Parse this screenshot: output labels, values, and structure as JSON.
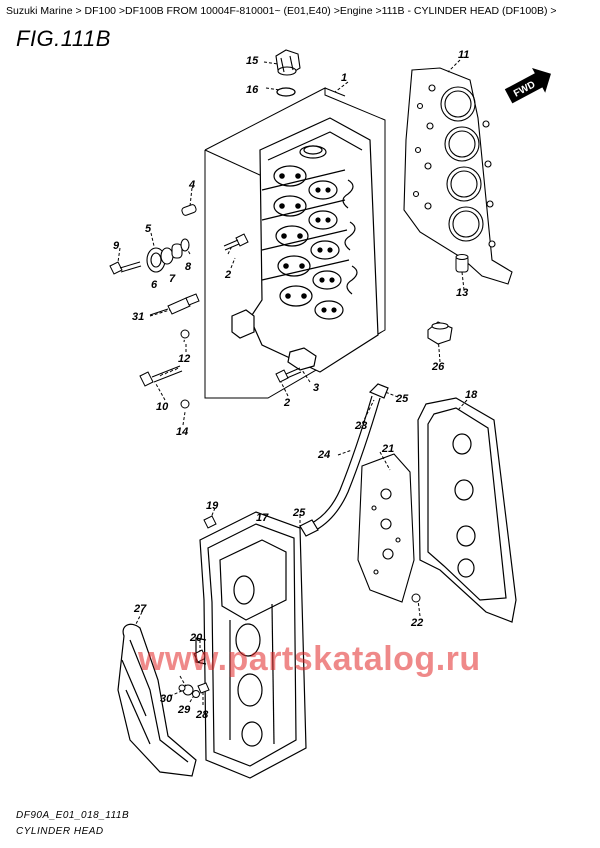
{
  "header": {
    "breadcrumb": "Suzuki Marine > DF100 >DF100B FROM 10004F-810001~ (E01,E40) >Engine >111B - CYLINDER HEAD (DF100B) >",
    "figure_title": "FIG.111B"
  },
  "diagram": {
    "direction_label": "FWD",
    "callouts": [
      "1",
      "2",
      "2",
      "3",
      "4",
      "5",
      "6",
      "7",
      "8",
      "9",
      "10",
      "11",
      "12",
      "13",
      "14",
      "15",
      "16",
      "17",
      "18",
      "19",
      "20",
      "21",
      "22",
      "23",
      "24",
      "25",
      "25",
      "26",
      "27",
      "28",
      "29",
      "30",
      "31"
    ]
  },
  "watermark": "www.partskatalog.ru",
  "footer": {
    "drawing_code": "DF90A_E01_018_111B",
    "drawing_name": "CYLINDER HEAD"
  }
}
